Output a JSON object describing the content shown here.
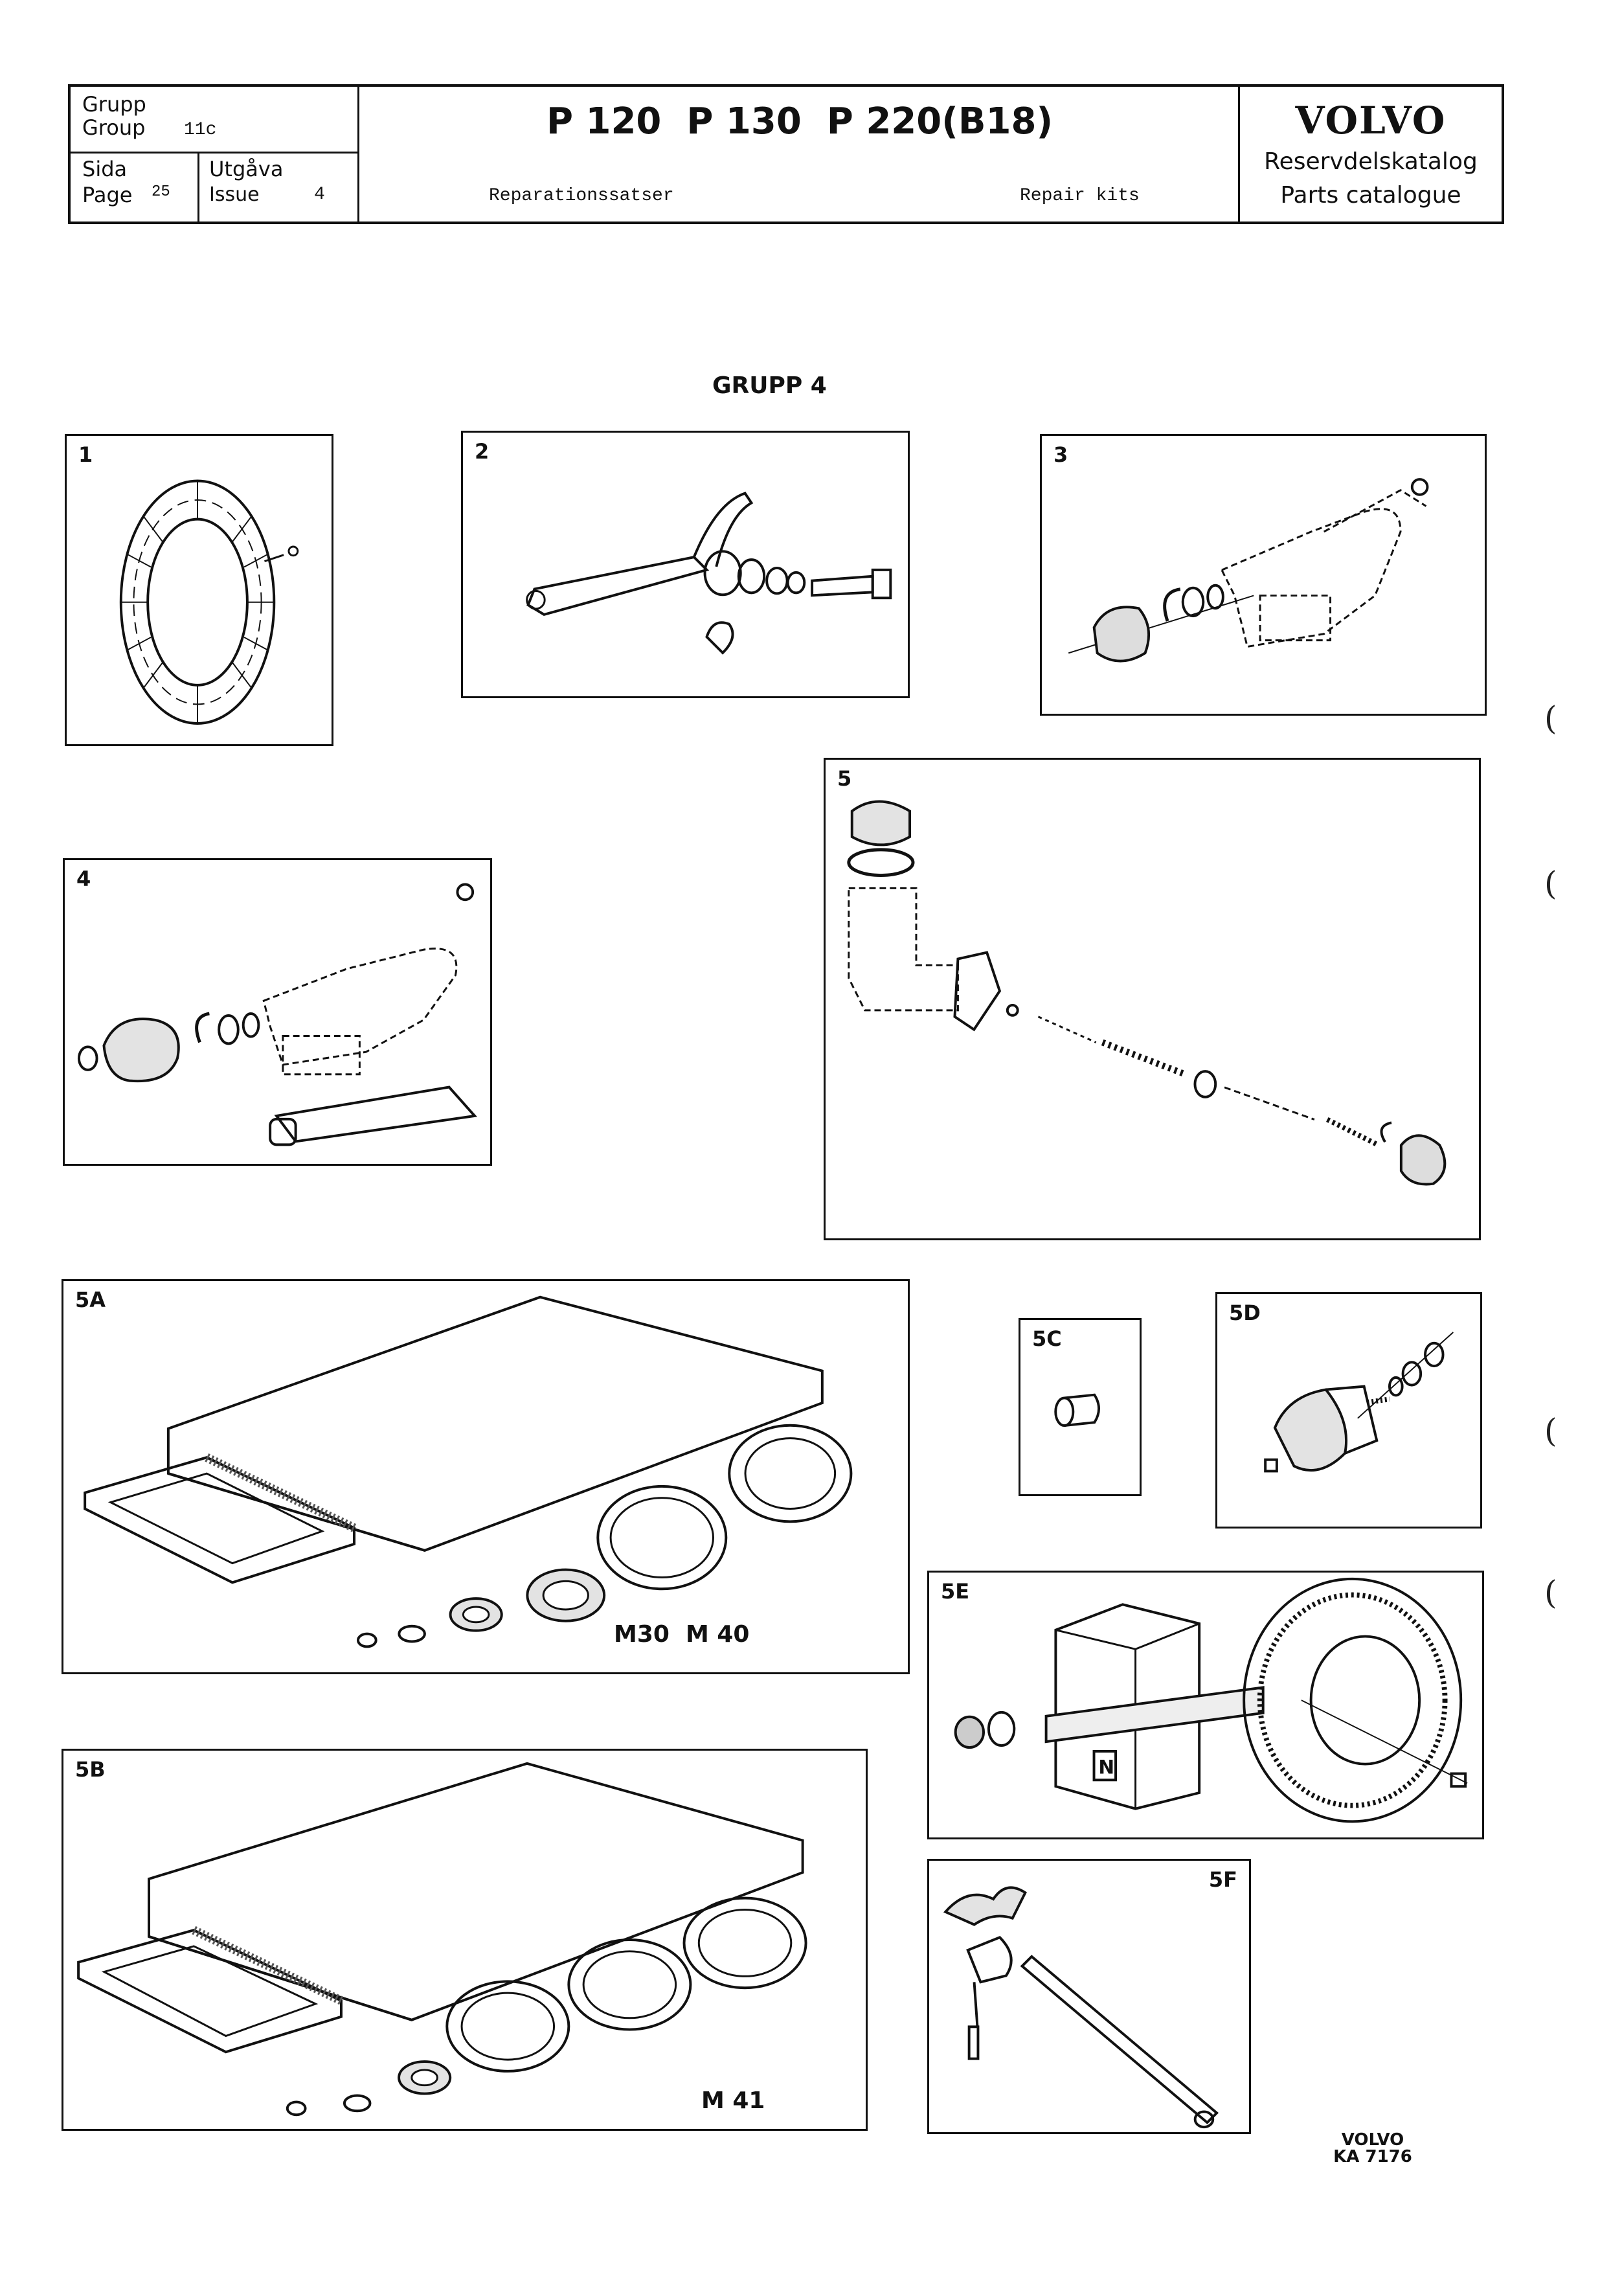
{
  "header": {
    "group_label_sv": "Grupp",
    "group_label_en": "Group",
    "group_value": "11c",
    "page_label_sv": "Sida",
    "page_label_en": "Page",
    "page_value": "25",
    "issue_label_sv": "Utgåva",
    "issue_label_en": "Issue",
    "issue_value": "4",
    "models": "P 120  P 130  P 220(B18)",
    "subtitle_sv": "Reparationssatser",
    "subtitle_en": "Repair kits",
    "brand": "VOLVO",
    "catalog_sv": "Reservdelskatalog",
    "catalog_en": "Parts catalogue"
  },
  "section_title": "GRUPP 4",
  "panels": {
    "p1": "1",
    "p2": "2",
    "p3": "3",
    "p4": "4",
    "p5": "5",
    "p5a": "5A",
    "p5b": "5B",
    "p5c": "5C",
    "p5d": "5D",
    "p5e": "5E",
    "p5f": "5F"
  },
  "labels": {
    "p5a_models": "M30  M 40",
    "p5b_models": "M 41",
    "box_stamp": "N"
  },
  "footer": {
    "brand": "VOLVO",
    "code": "KA 7176"
  },
  "margin_marks": [
    "(",
    "(",
    "(",
    "("
  ]
}
